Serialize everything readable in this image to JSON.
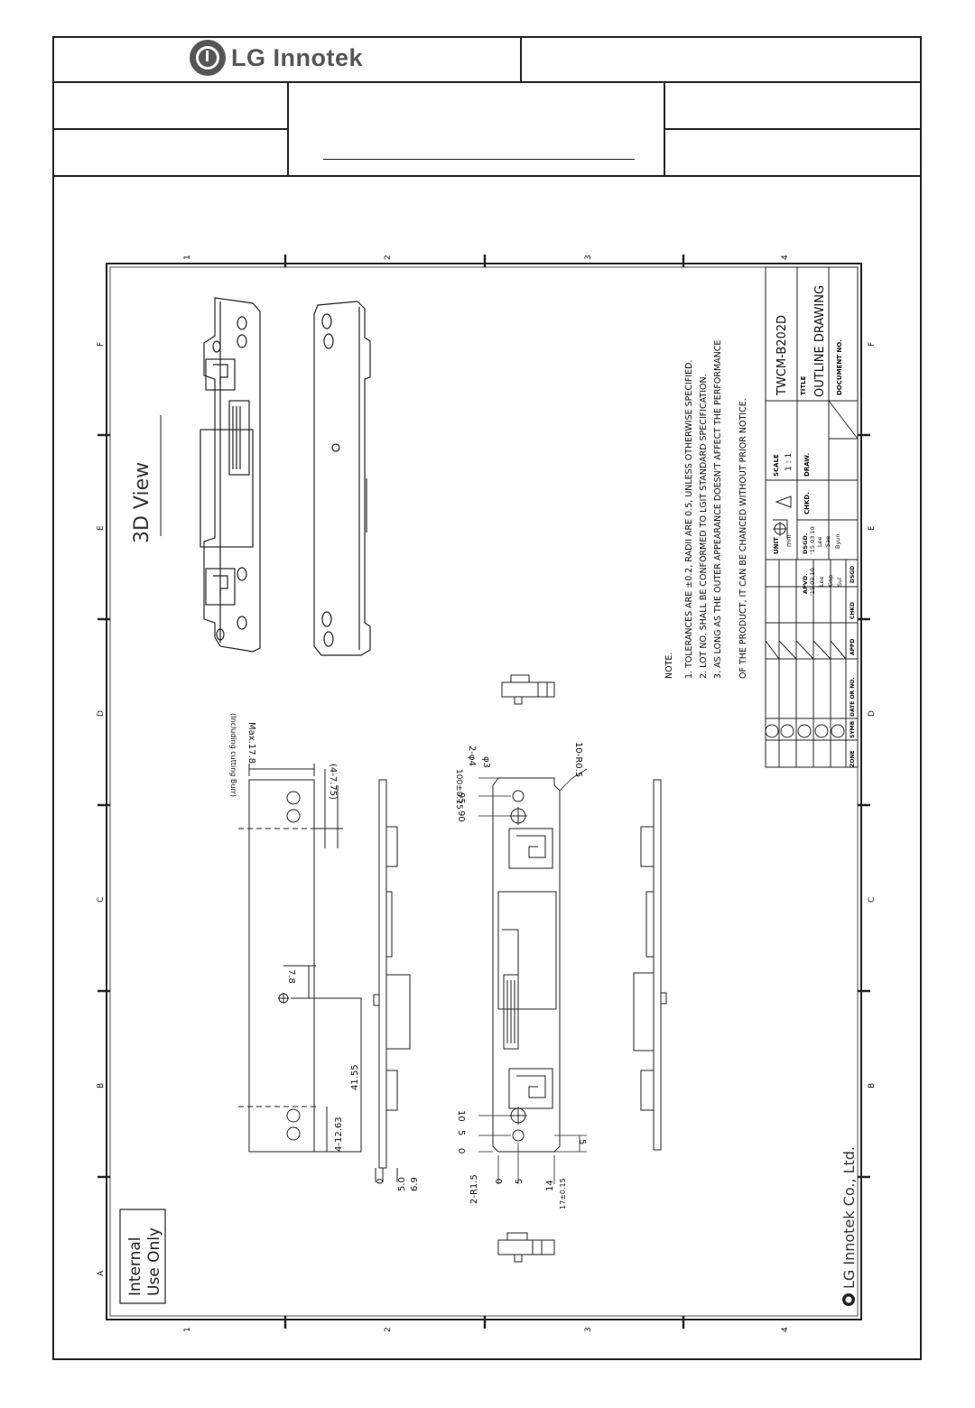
{
  "header": {
    "company": "LG Innotek"
  },
  "view_label": "3D View",
  "notes": {
    "heading": "NOTE.",
    "lines": [
      "1.  TOLERANCES ARE ±0.2, RADII ARE 0.5, UNLESS OTHERWISE SPECIFIED.",
      "2.  LOT NO. SHALL BE CONFORMED TO LGIT STANDARD SPECIFICATION.",
      "3.  AS LONG AS THE OUTER APPEARANCE DOESN'T AFFECT THE PERFORMANCE",
      "     OF THE PRODUCT, IT CAN BE CHANCED WITHOUT PRIOR NOTICE."
    ]
  },
  "title_block": {
    "model": "TWCM-B202D",
    "title_label": "TITLE",
    "title": "OUTLINE  DRAWING",
    "document_label": "DOCUMENT  NO.",
    "scale_label": "SCALE",
    "scale": "1 : 1",
    "unit_label": "UNIT",
    "unit": "mm",
    "draw_label": "DRAW.",
    "dsgd_label": "DSGD.",
    "dsgd_date": "'15.03.10",
    "dsgd_name1": "Lee",
    "dsgd_name2": "Sae",
    "dsgd_name3": "Byun",
    "chkd_label": "CHKD.",
    "apvd_label": "APVD.",
    "apvd_date": "'15.03.10",
    "apvd_name1": "Lee",
    "apvd_name2": "Gap",
    "apvd_name3": "Sul",
    "rev_headers": [
      "ZONE",
      "SYMB",
      "DATE OR NO.",
      "APPD",
      "CHKD",
      "DSGD"
    ]
  },
  "zones": {
    "cols": [
      "1",
      "2",
      "3",
      "4"
    ],
    "rows": [
      "A",
      "B",
      "C",
      "D",
      "E",
      "F"
    ]
  },
  "dims": {
    "max_width": "Max.17.8",
    "burr_note": "(Including cutting Burr)",
    "hole_pitch": "(4-7.75)",
    "offset_78": "7.8",
    "len_4155": "41.55",
    "hole_1263": "4-12.63",
    "d0": "0",
    "d50": "5.0",
    "d69": "6.9",
    "d2phi4": "2-φ4",
    "dphi3": "φ3",
    "d100": "100±0.15",
    "d95": "95",
    "d90": "90",
    "d10r": "10-R0.5",
    "d10": "10",
    "d5": "5",
    "d0b": "0",
    "d5c": "5",
    "d2r15": "2-R1.5",
    "d0c": "0",
    "d5d": "5",
    "d14": "14",
    "d17": "17±0.15"
  },
  "internal_stamp": [
    "Internal",
    "Use Only"
  ],
  "footer_company": "LG Innotek Co.,  Ltd."
}
